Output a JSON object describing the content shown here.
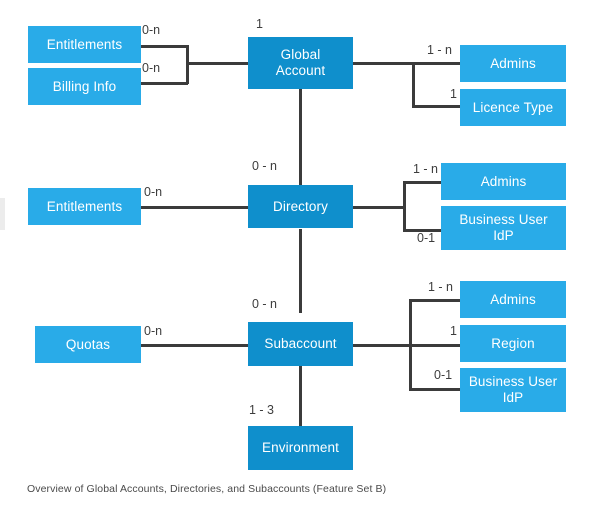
{
  "diagram": {
    "caption": "Overview of Global Accounts, Directories, and Subaccounts (Feature Set B)",
    "colors": {
      "entity_light": "#29ABE8",
      "entity_dark": "#0F8FCC",
      "connector": "#3b3b3b",
      "label_text": "#3d3d3d",
      "caption_text": "#4a4a4a",
      "background": "#ffffff"
    },
    "nodes": {
      "entitlements_top": "Entitlements",
      "billing_info": "Billing Info",
      "global_account": "Global\nAccount",
      "admins_global": "Admins",
      "licence_type": "Licence Type",
      "entitlements_mid": "Entitlements",
      "directory": "Directory",
      "admins_directory": "Admins",
      "business_user_idp_directory": "Business User\nIdP",
      "quotas": "Quotas",
      "subaccount": "Subaccount",
      "admins_subaccount": "Admins",
      "region": "Region",
      "business_user_idp_subaccount": "Business User\nIdP",
      "environment": "Environment"
    },
    "cardinalities": {
      "entitlements_top_to_global": "0-n",
      "billing_info_to_global": "0-n",
      "global_account_self": "1",
      "global_to_admins": "1 - n",
      "global_to_licence_type": "1",
      "global_to_directory": "0 - n",
      "entitlements_mid_to_directory": "0-n",
      "directory_to_admins": "1 - n",
      "directory_to_business_user_idp": "0-1",
      "directory_to_subaccount": "0 - n",
      "quotas_to_subaccount": "0-n",
      "subaccount_to_admins": "1 - n",
      "subaccount_to_region": "1",
      "subaccount_to_business_user_idp": "0-1",
      "subaccount_to_environment": "1 - 3"
    }
  }
}
